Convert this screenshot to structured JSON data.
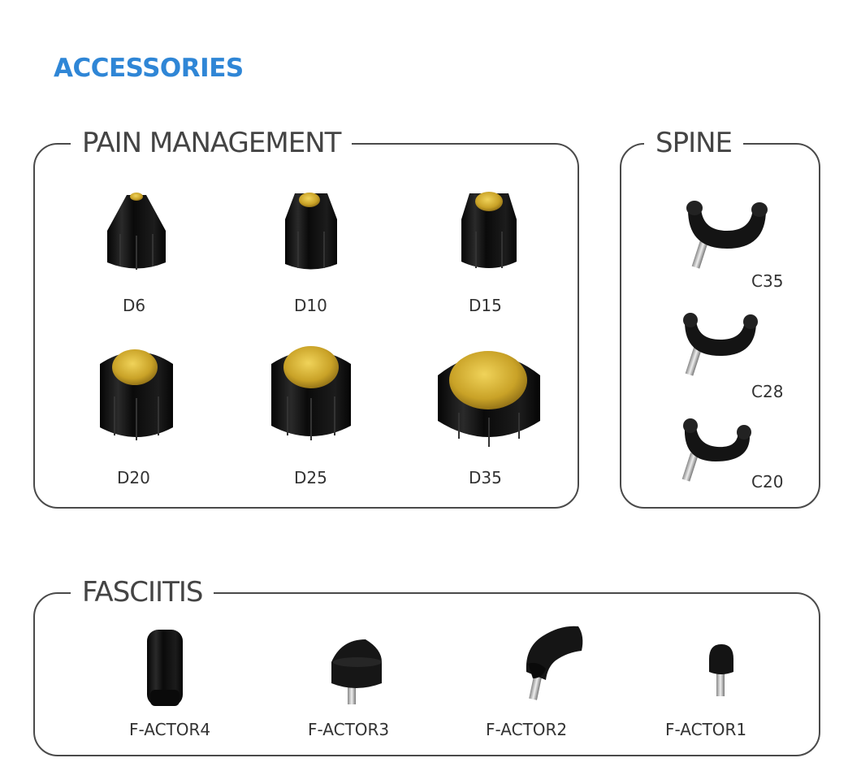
{
  "page": {
    "title": "ACCESSORIES"
  },
  "pain_management": {
    "title": "PAIN MANAGEMENT",
    "items": [
      {
        "label": "D6"
      },
      {
        "label": "D10"
      },
      {
        "label": "D15"
      },
      {
        "label": "D20"
      },
      {
        "label": "D25"
      },
      {
        "label": "D35"
      }
    ]
  },
  "spine": {
    "title": "SPINE",
    "items": [
      {
        "label": "C35"
      },
      {
        "label": "C28"
      },
      {
        "label": "C20"
      }
    ]
  },
  "fasciitis": {
    "title": "FASCIITIS",
    "items": [
      {
        "label": "F-ACTOR4"
      },
      {
        "label": "F-ACTOR3"
      },
      {
        "label": "F-ACTOR2"
      },
      {
        "label": "F-ACTOR1"
      }
    ]
  },
  "colors": {
    "accent": "#2f86d6",
    "border": "#4a4a4a",
    "gold": "#c9a227",
    "body": "#111111"
  }
}
